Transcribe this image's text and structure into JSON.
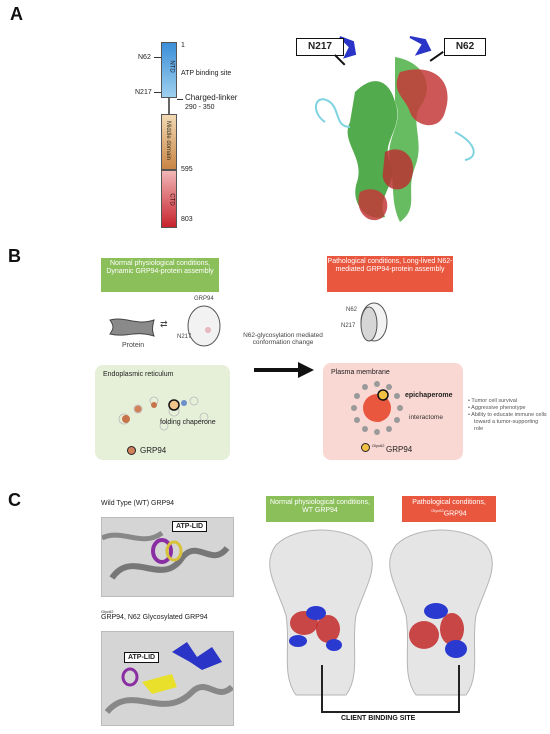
{
  "panels": {
    "a": "A",
    "b": "B",
    "c": "C"
  },
  "panel_a": {
    "domain_bar": {
      "ntd": "NTD",
      "middle": "Middle domain",
      "ctd": "CTD"
    },
    "left_labels": {
      "n62": "N62",
      "n217": "N217"
    },
    "right_labels": {
      "pos1": "1",
      "atp": "ATP binding site",
      "linker": "Charged-linker",
      "linker_range": "290 - 350",
      "pos595": "595",
      "pos803": "803"
    },
    "callouts": {
      "n217": "N217",
      "n62": "N62"
    },
    "colors": {
      "ntd": "#3b8fd8",
      "middle": "#d9985a",
      "ctd": "#d8404a",
      "green": "#3fa23a",
      "red": "#c43a3a",
      "blue": "#2a35c8"
    }
  },
  "panel_b": {
    "normal_box": "Normal physiological conditions, Dynamic GRP94-protein assembly",
    "patho_box": "Pathological conditions, Long-lived N62-mediated GRP94-protein assembly",
    "protein": "Protein",
    "grp94_top": "GRP94",
    "n217_left": "N217",
    "n62_right": "N62",
    "n217_right": "N217",
    "arrow_text": "N62-glycosylation mediated conformation change",
    "er_title": "Endoplasmic reticulum",
    "folding": "folding chaperone",
    "legend_grp94": "GRP94",
    "pm_title": "Plasma membrane",
    "epichaperome": "epichaperome",
    "interactome": "interactome",
    "legend_glyc_sup": "Glyc62",
    "legend_glyc": "GRP94",
    "bullets": [
      "Tumor cell survival",
      "Aggressive phenotype",
      "Ability to educate immune cells toward a tumor-supporting role"
    ]
  },
  "panel_c": {
    "wt_label": "Wild Type (WT) GRP94",
    "atp_lid_1": "ATP-LID",
    "glyc_label_sup": "Glyc62",
    "glyc_label": "GRP94, N62 Glycosylated GRP94",
    "atp_lid_2": "ATP-LID",
    "normal_box": "Normal physiological conditions, WT GRP94",
    "patho_box_prefix": "Pathological conditions, ",
    "patho_box_sup": "Glyc62",
    "patho_box_suffix": "GRP94",
    "client_site": "CLIENT BINDING SITE"
  }
}
